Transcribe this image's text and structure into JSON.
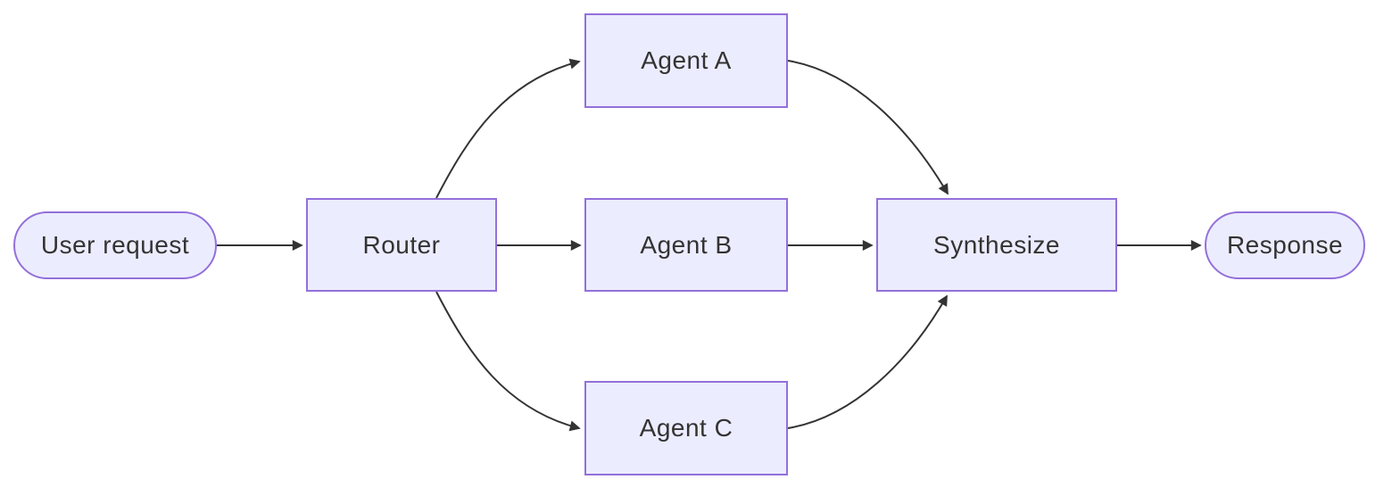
{
  "diagram": {
    "type": "flowchart",
    "direction": "left-to-right",
    "colors": {
      "background": "#ffffff",
      "node_fill": "#ECECFF",
      "node_border": "#9370DB",
      "edge_stroke": "#333333",
      "text": "#333333"
    },
    "nodes": {
      "user_request": {
        "label": "User request",
        "shape": "stadium"
      },
      "router": {
        "label": "Router",
        "shape": "rect"
      },
      "agent_a": {
        "label": "Agent A",
        "shape": "rect"
      },
      "agent_b": {
        "label": "Agent B",
        "shape": "rect"
      },
      "agent_c": {
        "label": "Agent C",
        "shape": "rect"
      },
      "synthesize": {
        "label": "Synthesize",
        "shape": "rect"
      },
      "response": {
        "label": "Response",
        "shape": "stadium"
      }
    },
    "edges": [
      {
        "from": "user_request",
        "to": "router"
      },
      {
        "from": "router",
        "to": "agent_a"
      },
      {
        "from": "router",
        "to": "agent_b"
      },
      {
        "from": "router",
        "to": "agent_c"
      },
      {
        "from": "agent_a",
        "to": "synthesize"
      },
      {
        "from": "agent_b",
        "to": "synthesize"
      },
      {
        "from": "agent_c",
        "to": "synthesize"
      },
      {
        "from": "synthesize",
        "to": "response"
      }
    ]
  }
}
